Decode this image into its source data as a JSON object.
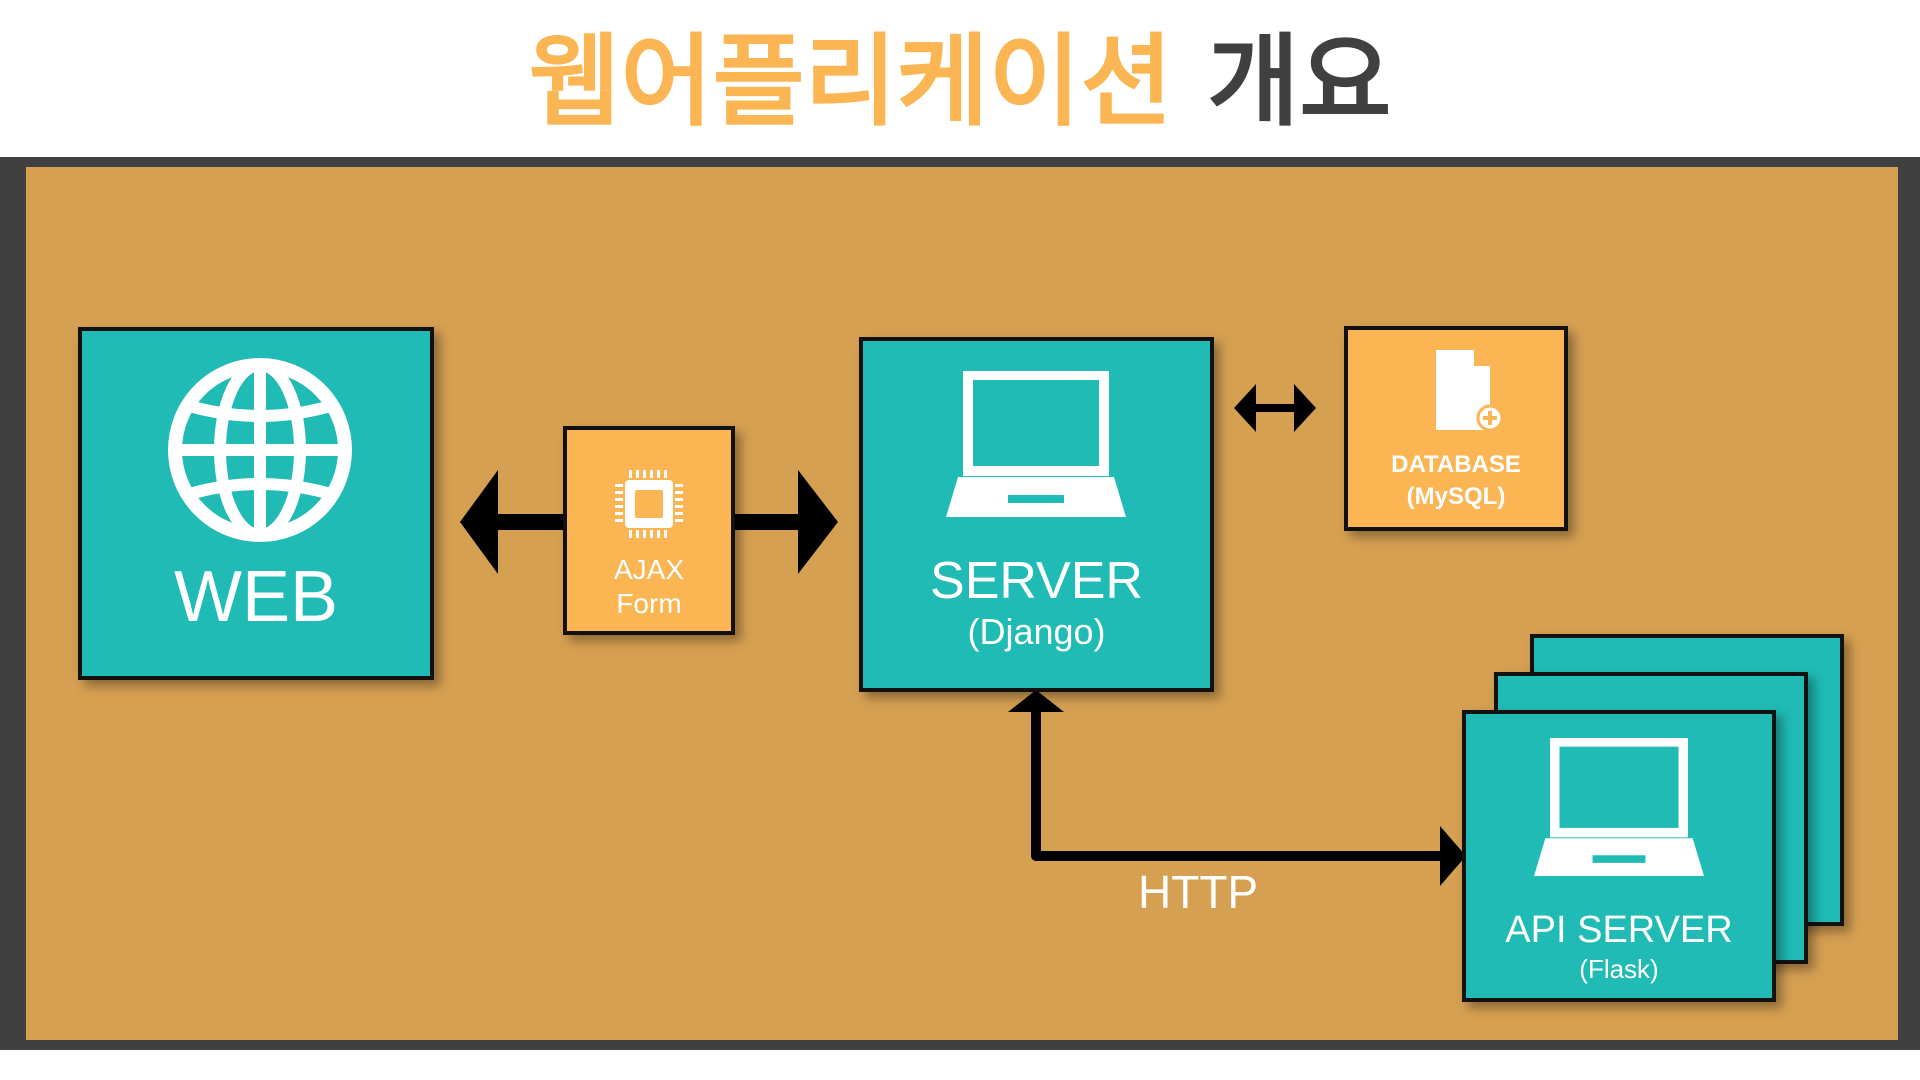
{
  "header": {
    "title_accent": "웹어플리케이션",
    "title_rest": "개요"
  },
  "nodes": {
    "web": {
      "label": "WEB"
    },
    "ajax": {
      "line1": "AJAX",
      "line2": "Form"
    },
    "server": {
      "label": "SERVER",
      "sublabel": "(Django)"
    },
    "database": {
      "line1": "DATABASE",
      "line2": "(MySQL)"
    },
    "api_server": {
      "label": "API SERVER",
      "sublabel": "(Flask)"
    }
  },
  "edges": {
    "http_label": "HTTP"
  },
  "colors": {
    "accent": "#fbb552",
    "teal": "#1fbbb4",
    "background": "#d6a052",
    "frame": "#404040"
  }
}
